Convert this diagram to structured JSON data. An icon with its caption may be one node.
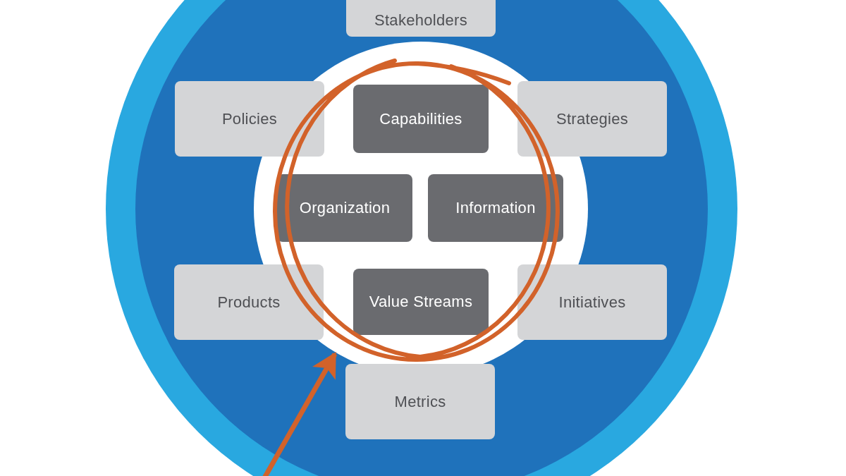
{
  "diagram": {
    "nodes": [
      {
        "text": [
          "Stakeholders"
        ]
      },
      {
        "text": [
          "Policies"
        ]
      },
      {
        "text": [],
        "shape": "circle"
      },
      {
        "text": [
          "Capabilities"
        ],
        "in": 2
      },
      {
        "text": [
          "Strategies"
        ]
      },
      {
        "text": [
          "Organization"
        ],
        "in": 2
      },
      {
        "text": [
          "Information"
        ],
        "in": 2
      },
      {
        "text": [
          "Products"
        ]
      },
      {
        "text": [
          "Value Streams"
        ],
        "in": 2
      },
      {
        "text": [
          "Initiatives"
        ]
      },
      {
        "text": [
          "Metrics"
        ]
      }
    ],
    "edges": [
      {
        "from": null,
        "to": 2,
        "arrow": "to",
        "color": "#d2622a"
      }
    ]
  }
}
